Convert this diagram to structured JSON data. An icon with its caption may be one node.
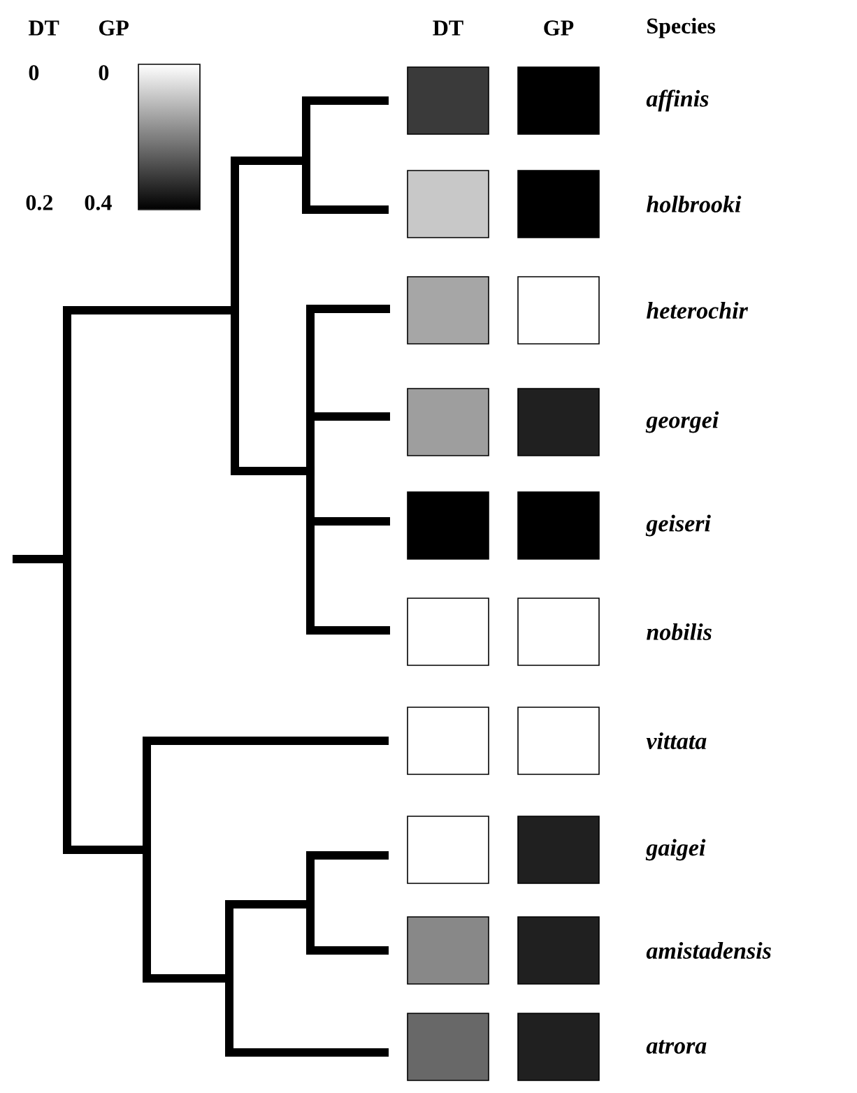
{
  "diagram": {
    "nodes": [
      {
        "text": [],
        "shape": "box"
      },
      {
        "text": [],
        "shape": "box"
      },
      {
        "text": [],
        "shape": "box"
      },
      {
        "text": [],
        "shape": "box"
      },
      {
        "text": [],
        "shape": "box"
      },
      {
        "text": [],
        "shape": "box"
      },
      {
        "text": [],
        "shape": "box"
      },
      {
        "text": [],
        "shape": "box"
      },
      {
        "text": [],
        "shape": "box"
      },
      {
        "text": [],
        "shape": "box"
      },
      {
        "text": [],
        "shape": "box"
      },
      {
        "text": [],
        "shape": "box"
      },
      {
        "text": [],
        "shape": "box"
      },
      {
        "text": [],
        "shape": "box"
      },
      {
        "text": [],
        "shape": "box"
      },
      {
        "text": [],
        "shape": "box"
      },
      {
        "text": [],
        "shape": "box"
      },
      {
        "text": [],
        "shape": "box"
      },
      {
        "text": [],
        "shape": "box"
      },
      {
        "text": [],
        "shape": "box"
      }
    ],
    "labels": [
      "DT",
      "GP",
      "DT",
      "GP",
      "Species",
      "0",
      "0",
      "affinis",
      "0.2",
      "0.4",
      "holbrooki",
      "heterochir",
      "georgei",
      "geiseri",
      "nobilis",
      "vittata",
      "gaigei",
      "amistadensis",
      "atrora"
    ]
  }
}
